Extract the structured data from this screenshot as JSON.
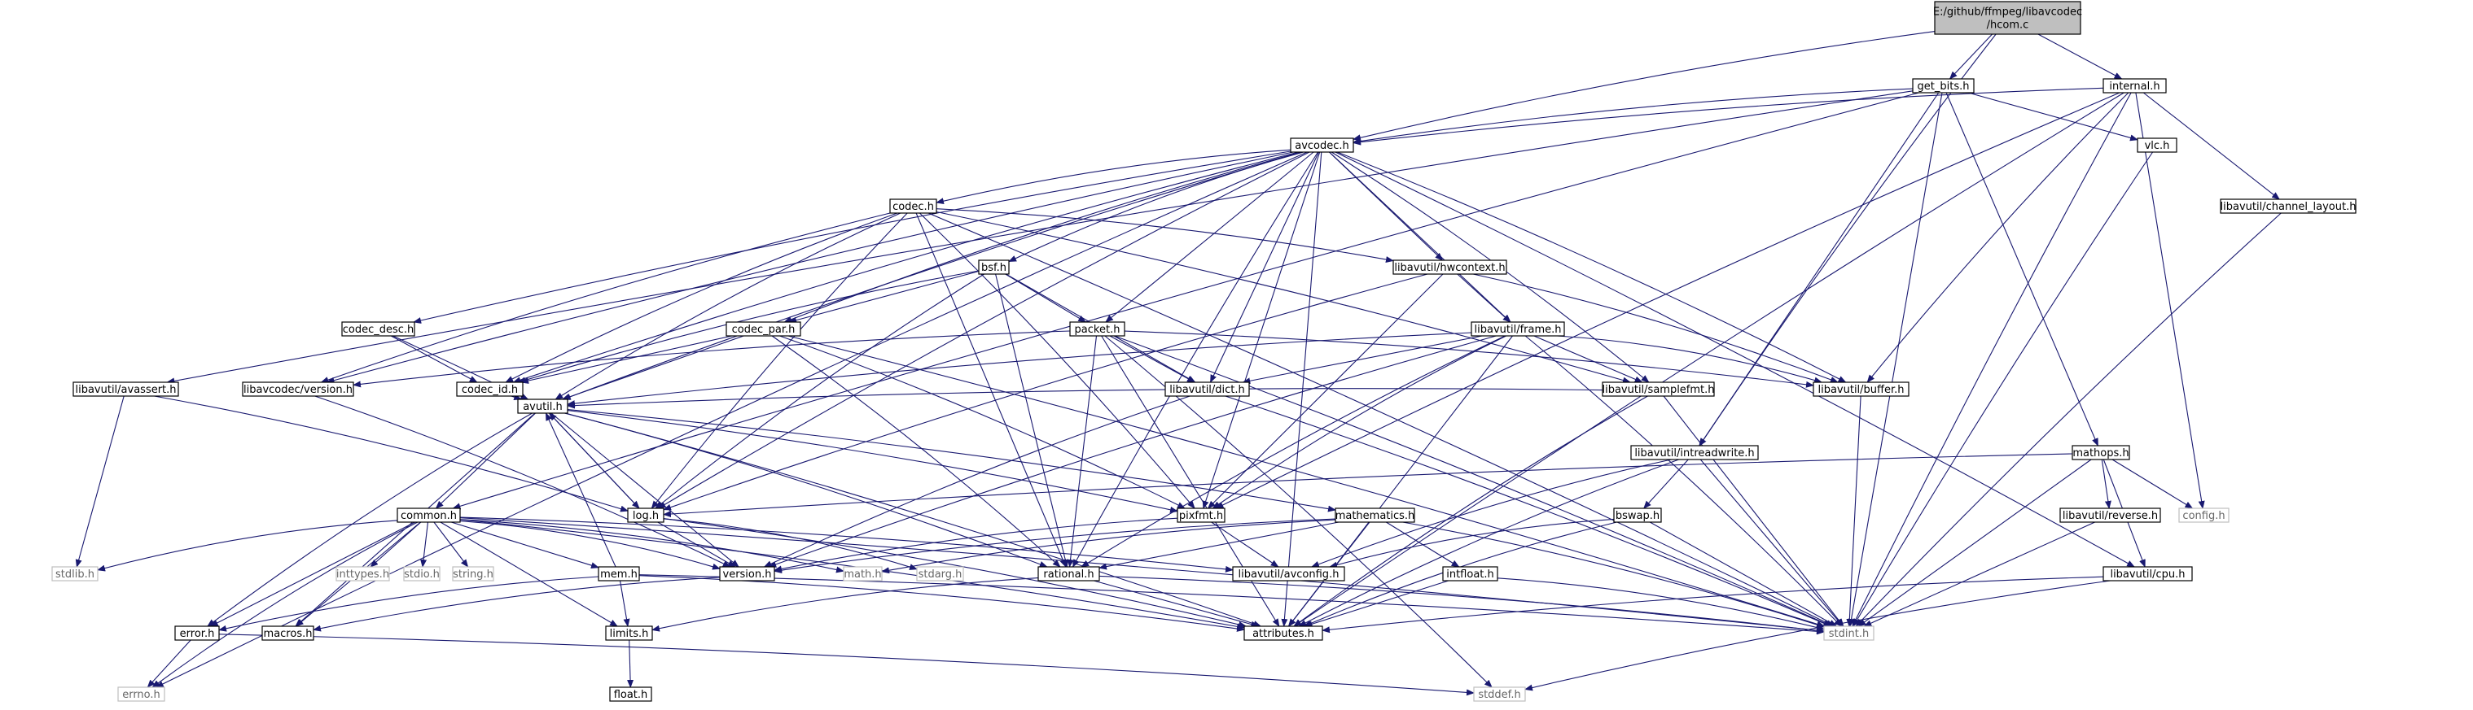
{
  "colors": {
    "edge": "#191970",
    "root_fill": "#bfbfbf",
    "box_stroke": "#000000",
    "system_stroke": "#bfbfbf",
    "system_text": "#666666"
  },
  "nodes": {
    "root": "E:/github/ffmpeg/libavcodec\n/hcom.c",
    "get_bits": "get_bits.h",
    "internal": "internal.h",
    "avcodec": "avcodec.h",
    "vlc": "vlc.h",
    "chlayout": "libavutil/channel_layout.h",
    "codec": "codec.h",
    "hwcontext": "libavutil/hwcontext.h",
    "bsf": "bsf.h",
    "codec_desc": "codec_desc.h",
    "codec_par": "codec_par.h",
    "packet": "packet.h",
    "frame": "libavutil/frame.h",
    "avassert": "libavutil/avassert.h",
    "lcversion": "libavcodec/version.h",
    "codec_id": "codec_id.h",
    "dict": "libavutil/dict.h",
    "samplefmt": "libavutil/samplefmt.h",
    "buffer": "libavutil/buffer.h",
    "intreadwrite": "libavutil/intreadwrite.h",
    "mathops": "mathops.h",
    "avutil": "avutil.h",
    "pixfmt": "pixfmt.h",
    "mathematics": "mathematics.h",
    "config": "config.h",
    "bswap": "bswap.h",
    "reverse": "libavutil/reverse.h",
    "common": "common.h",
    "log": "log.h",
    "stdlib": "stdlib.h",
    "inttypes": "inttypes.h",
    "stdio": "stdio.h",
    "string": "string.h",
    "mem": "mem.h",
    "version": "version.h",
    "math": "math.h",
    "stdarg": "stdarg.h",
    "rational": "rational.h",
    "avconfig": "libavutil/avconfig.h",
    "intfloat": "intfloat.h",
    "cpu": "libavutil/cpu.h",
    "error": "error.h",
    "macros": "macros.h",
    "limits": "limits.h",
    "attributes": "attributes.h",
    "stdint": "stdint.h",
    "errno": "errno.h",
    "float": "float.h",
    "stddef": "stddef.h"
  }
}
